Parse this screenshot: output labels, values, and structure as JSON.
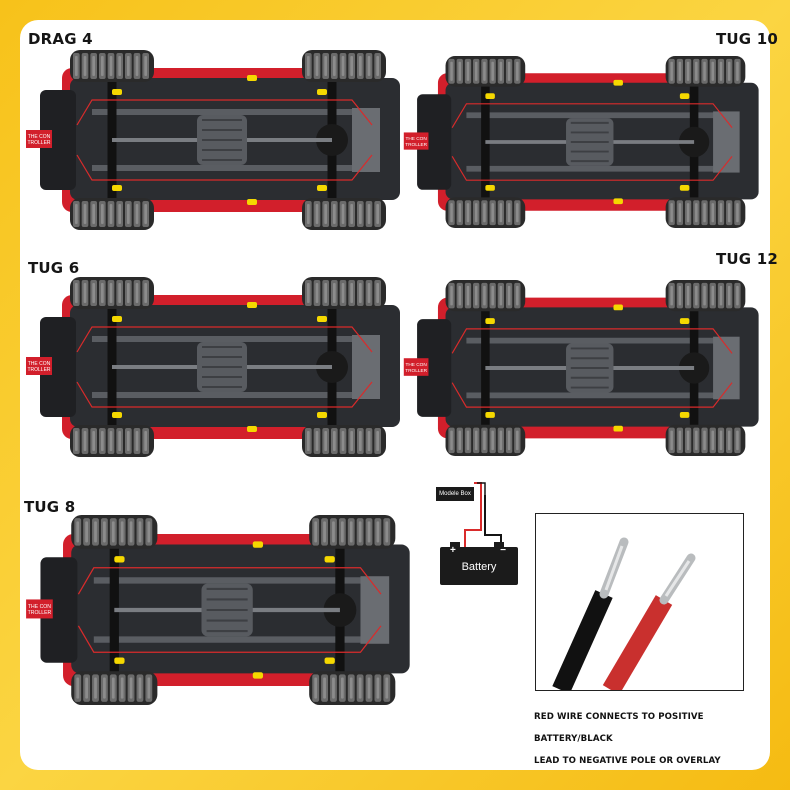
{
  "models": [
    {
      "name": "DRAG 4",
      "controller_label": "THE CON TROLLER"
    },
    {
      "name": "TUG 10",
      "controller_label": "THE CON TROLLER"
    },
    {
      "name": "TUG 6",
      "controller_label": "THE CON TROLLER"
    },
    {
      "name": "TUG 12",
      "controller_label": "THE CON TROLLER"
    },
    {
      "name": "TUG 8",
      "controller_label": "THE CON TROLLER"
    }
  ],
  "wiring": {
    "module_box_label": "Modele Box",
    "battery_label": "Battery",
    "positive_sign": "+",
    "negative_sign": "−",
    "caption_line1": "RED WIRE CONNECTS TO POSITIVE BATTERY/BLACK",
    "caption_line2": "LEAD TO NEGATIVE POLE OR OVERLAY"
  },
  "colors": {
    "background": "#f7c21a",
    "chassis_red": "#d21f2b",
    "frame_dark": "#2b2d31",
    "led_yellow": "#f5d800",
    "wire_red": "#d92b2b",
    "wire_black": "#141414"
  }
}
